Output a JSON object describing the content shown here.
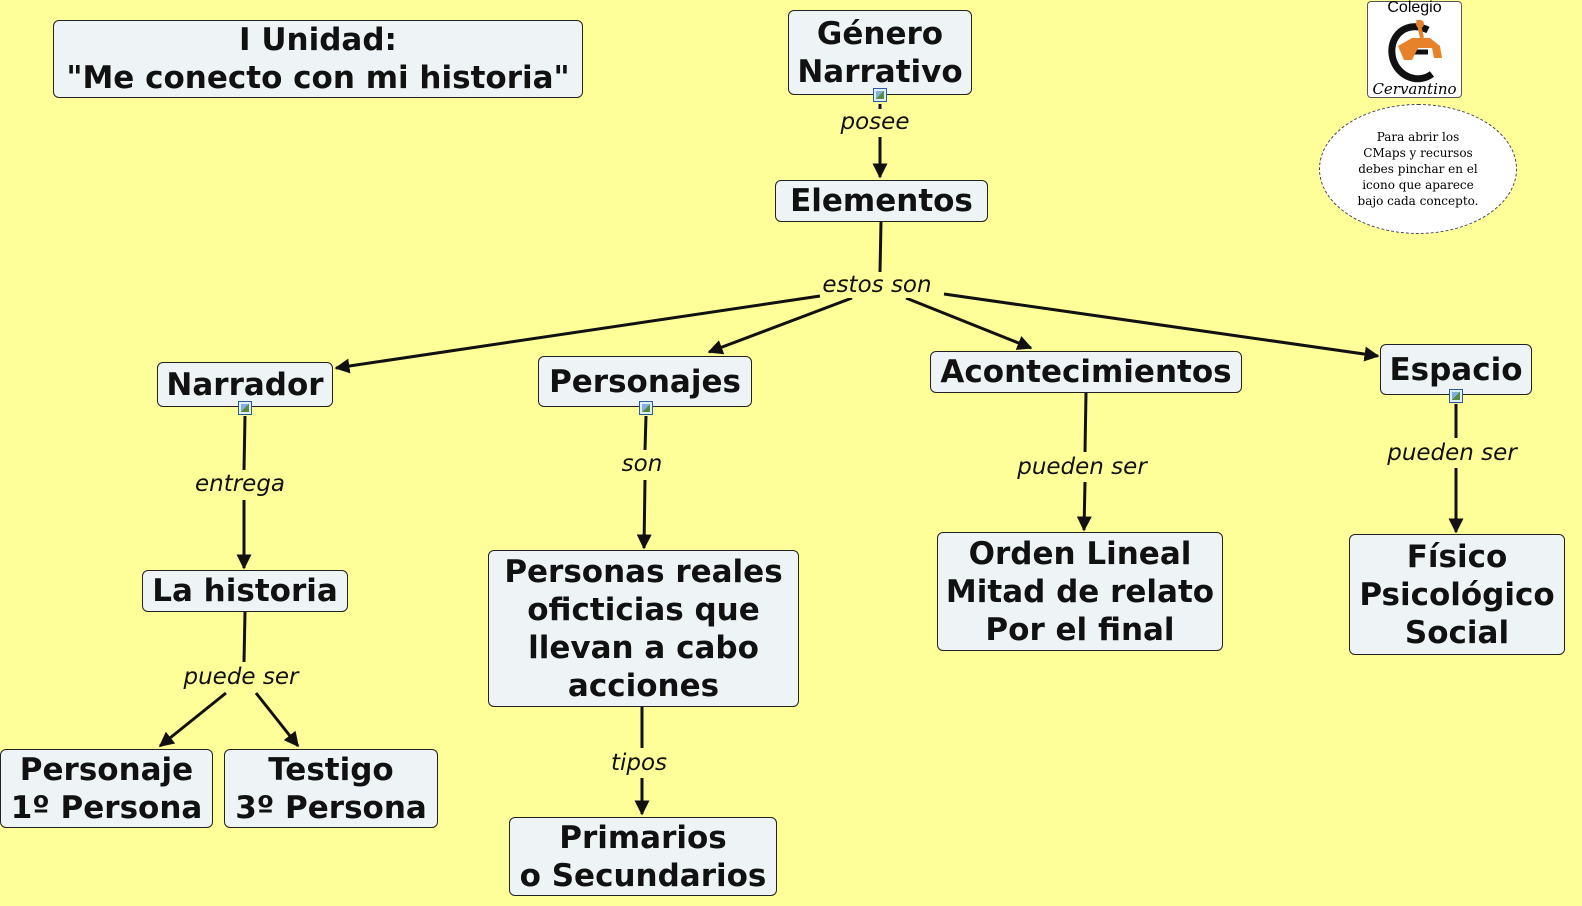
{
  "nodes": {
    "unidad": "I Unidad:\n\"Me conecto con mi historia\"",
    "genero": "Género\nNarrativo",
    "elementos": "Elementos",
    "narrador": "Narrador",
    "personajes": "Personajes",
    "acontecimientos": "Acontecimientos",
    "espacio": "Espacio",
    "historia": "La historia",
    "personas": "Personas reales\noficticias que\nllevan a cabo\nacciones",
    "orden": "Orden Lineal\nMitad de relato\nPor el final",
    "fisico": "Físico\nPsicológico\nSocial",
    "personaje1": "Personaje\n1º Persona",
    "testigo": "Testigo\n3º Persona",
    "primarios": "Primarios\no Secundarios"
  },
  "links": {
    "posee": "posee",
    "estos_son": "estos son",
    "entrega": "entrega",
    "son": "son",
    "pueden_ser_1": "pueden ser",
    "pueden_ser_2": "pueden ser",
    "puede_ser": "puede ser",
    "tipos": "tipos"
  },
  "logo": {
    "top": "Colegio",
    "bottom": "Cervantino"
  },
  "note": "Para abrir los\nCMaps y recursos\ndebes pinchar en el\nicono que aparece\nbajo cada concepto."
}
